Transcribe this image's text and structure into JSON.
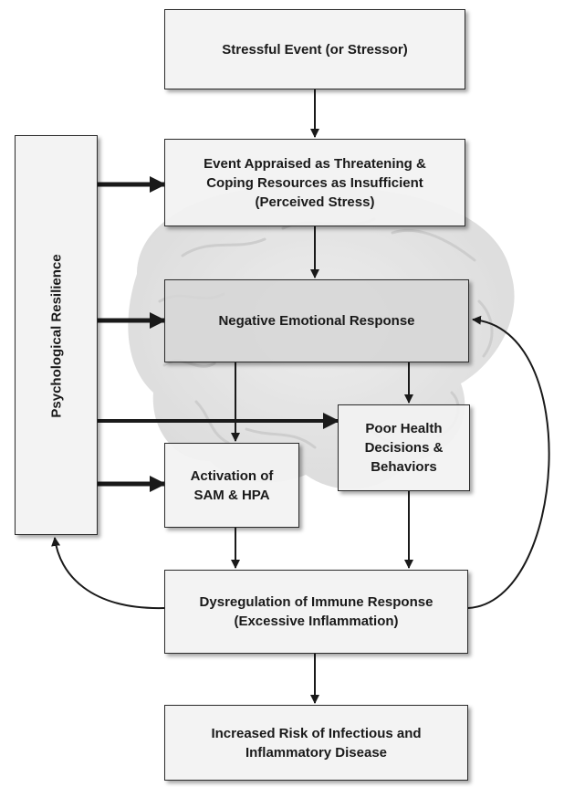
{
  "diagram": {
    "nodes": {
      "stressor": "Stressful Event (or Stressor)",
      "appraisal": "Event Appraised as Threatening &\nCoping Resources as Insufficient\n(Perceived Stress)",
      "emotional": "Negative Emotional Response",
      "health": "Poor Health\nDecisions &\nBehaviors",
      "activation": "Activation of\nSAM & HPA",
      "dysregulation": "Dysregulation of Immune Response\n(Excessive Inflammation)",
      "risk": "Increased Risk of Infectious and\nInflammatory Disease",
      "resilience": "Psychological Resilience"
    },
    "edges": [
      [
        "stressor",
        "appraisal"
      ],
      [
        "appraisal",
        "emotional"
      ],
      [
        "emotional",
        "activation"
      ],
      [
        "emotional",
        "health"
      ],
      [
        "activation",
        "dysregulation"
      ],
      [
        "health",
        "dysregulation"
      ],
      [
        "dysregulation",
        "risk"
      ],
      [
        "dysregulation",
        "emotional"
      ],
      [
        "dysregulation",
        "resilience"
      ],
      [
        "resilience",
        "appraisal"
      ],
      [
        "resilience",
        "emotional"
      ],
      [
        "resilience",
        "health"
      ],
      [
        "resilience",
        "activation"
      ]
    ],
    "background_image": "brain"
  }
}
